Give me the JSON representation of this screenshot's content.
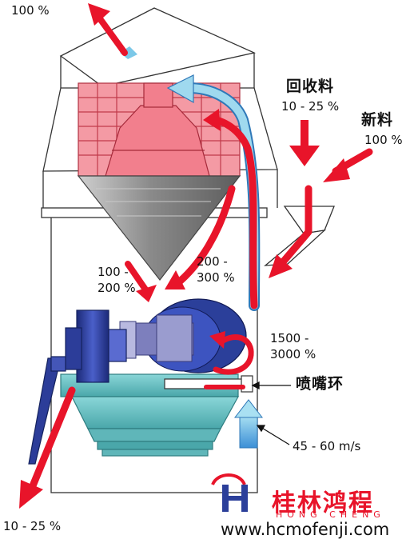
{
  "labels": {
    "top_out": "100 %",
    "recycled_title": "回收料",
    "recycled_pct": "10 - 25 %",
    "new_title": "新料",
    "new_pct": "100 %",
    "internal_left_1": "100 -",
    "internal_left_2": "200 %",
    "internal_mid_1": "200 -",
    "internal_mid_2": "300 %",
    "circ_1": "1500 -",
    "circ_2": "3000 %",
    "nozzle_ring": "喷嘴环",
    "air_speed": "45 - 60 m/s",
    "bottom_out": "10 - 25 %"
  },
  "brand": {
    "name_cn": "桂林鸿程",
    "name_en": "HONG CHENG",
    "url": "www.hcmofenji.com"
  },
  "colors": {
    "flow_arrow": "#e8142a",
    "air_arrow": "#7cc8e8",
    "separator": "#ef6f7d",
    "cone": "#a9a9a9",
    "motor": "#2b3f9a",
    "base": "#66c0c2"
  }
}
